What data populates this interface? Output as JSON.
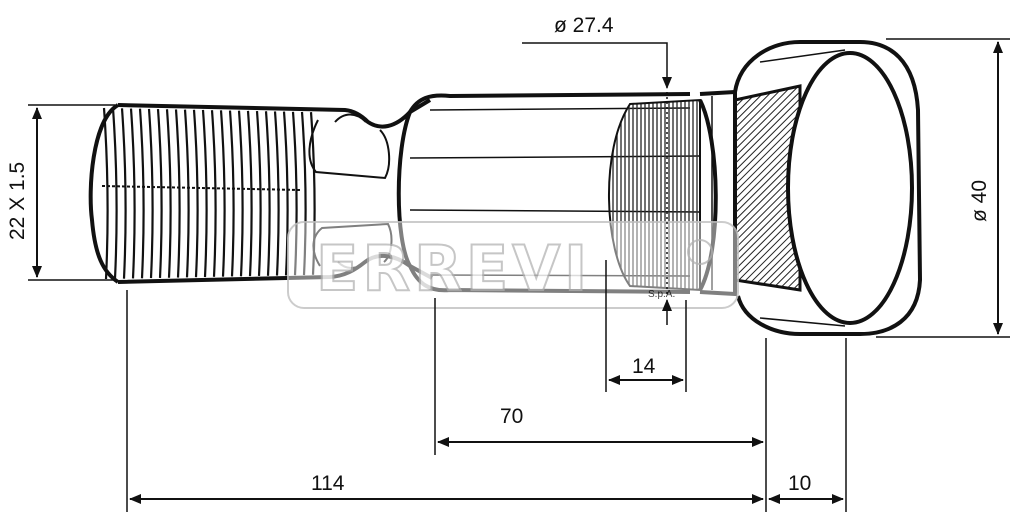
{
  "dimensions": {
    "thread": "22 X 1.5",
    "knurl_diameter": "ø 27.4",
    "head_diameter": "ø 40",
    "knurl_length": "14",
    "shank_length": "70",
    "total_length": "114",
    "head_length": "10"
  },
  "watermark": {
    "text": "ERREVI",
    "small": "S.p.A."
  }
}
